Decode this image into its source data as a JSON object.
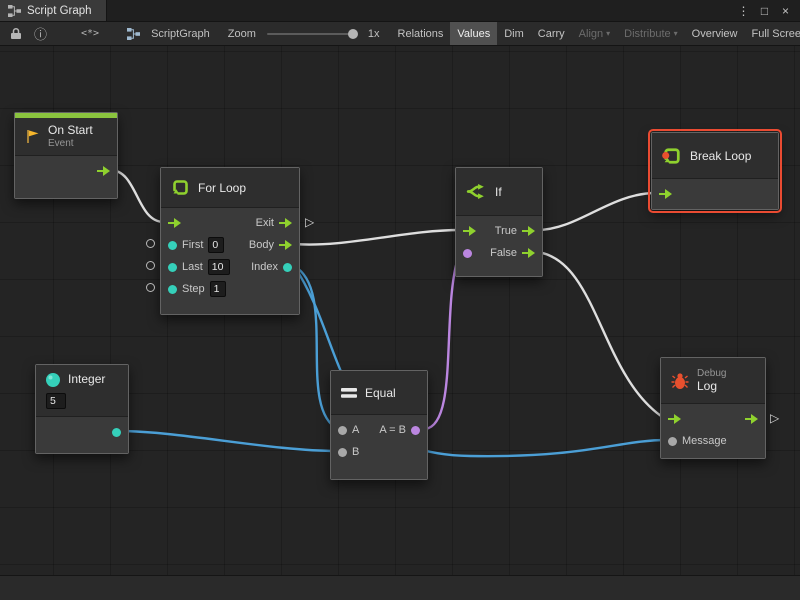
{
  "icons": {
    "window_menu": "⋮",
    "window_maximize": "□",
    "window_close": "×",
    "info": "ⓘ",
    "code_hint": "<*>",
    "dropdown_caret": "▾",
    "relation_triangle": "▷"
  },
  "colors": {
    "flow_green": "#8fd12e",
    "teal": "#35d0ba",
    "purple": "#bb86e0",
    "blue": "#4b9fd6",
    "wire_white": "#dedede",
    "selection_orange": "#ea4b32",
    "event_green_strip": "#8ac33e",
    "bug_red": "#e8502e",
    "flag_orange": "#f6b62c"
  },
  "titlebar": {
    "tab": "Script Graph"
  },
  "toolbar": {
    "graph_name": "ScriptGraph",
    "zoom_label": "Zoom",
    "zoom_value": "1x",
    "buttons": {
      "relations": "Relations",
      "values": "Values",
      "dim": "Dim",
      "carry": "Carry",
      "align": "Align",
      "distribute": "Distribute",
      "overview": "Overview",
      "full_screen": "Full Screen"
    }
  },
  "nodes": {
    "on_start": {
      "title": "On Start",
      "subtitle": "Event"
    },
    "for_loop": {
      "title": "For Loop",
      "ports": {
        "exit": "Exit",
        "body": "Body",
        "index": "Index",
        "first": "First",
        "last": "Last",
        "step": "Step"
      },
      "values": {
        "first": "0",
        "last": "10",
        "step": "1"
      }
    },
    "if_node": {
      "title": "If",
      "true_label": "True",
      "false_label": "False"
    },
    "break_loop": {
      "title": "Break Loop"
    },
    "integer": {
      "title": "Integer",
      "value": "5"
    },
    "equal": {
      "title": "Equal",
      "a": "A",
      "b": "B",
      "result": "A = B"
    },
    "debug_log": {
      "title": "Log",
      "subtitle": "Debug",
      "message": "Message"
    }
  }
}
